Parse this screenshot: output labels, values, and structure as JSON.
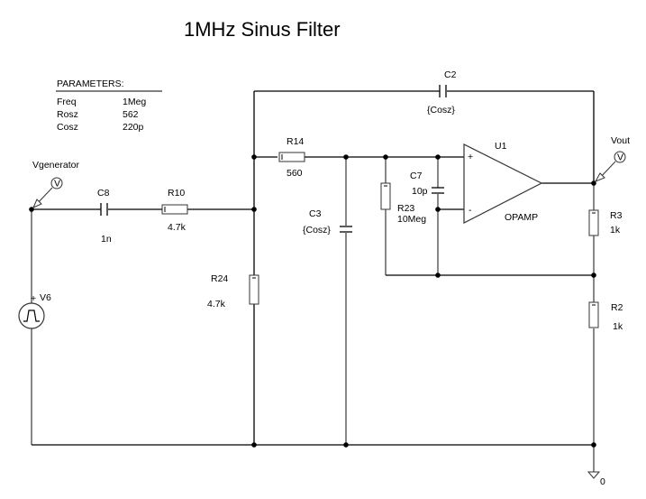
{
  "title": "1MHz Sinus Filter",
  "parameters": {
    "header": "PARAMETERS:",
    "rows": [
      {
        "name": "Freq",
        "value": "1Meg"
      },
      {
        "name": "Rosz",
        "value": "562"
      },
      {
        "name": "Cosz",
        "value": "220p"
      }
    ]
  },
  "components": {
    "V6": {
      "ref": "V6",
      "type": "pulse-voltage-source"
    },
    "C8": {
      "ref": "C8",
      "value": "1n"
    },
    "R10": {
      "ref": "R10",
      "value": "4.7k"
    },
    "R24": {
      "ref": "R24",
      "value": "4.7k"
    },
    "R14": {
      "ref": "R14",
      "value": "560"
    },
    "C3": {
      "ref": "C3",
      "value": "{Cosz}"
    },
    "R23": {
      "ref": "R23",
      "value": "10Meg"
    },
    "C7": {
      "ref": "C7",
      "value": "10p"
    },
    "C2": {
      "ref": "C2",
      "value": "{Cosz}"
    },
    "U1": {
      "ref": "U1",
      "value": "OPAMP",
      "plus": "+",
      "minus": "-"
    },
    "R3": {
      "ref": "R3",
      "value": "1k"
    },
    "R2": {
      "ref": "R2",
      "value": "1k"
    }
  },
  "probes": {
    "vgenerator": {
      "label": "Vgenerator",
      "symbol": "V"
    },
    "vout": {
      "label": "Vout",
      "symbol": "V"
    }
  },
  "ground": {
    "label": "0"
  }
}
